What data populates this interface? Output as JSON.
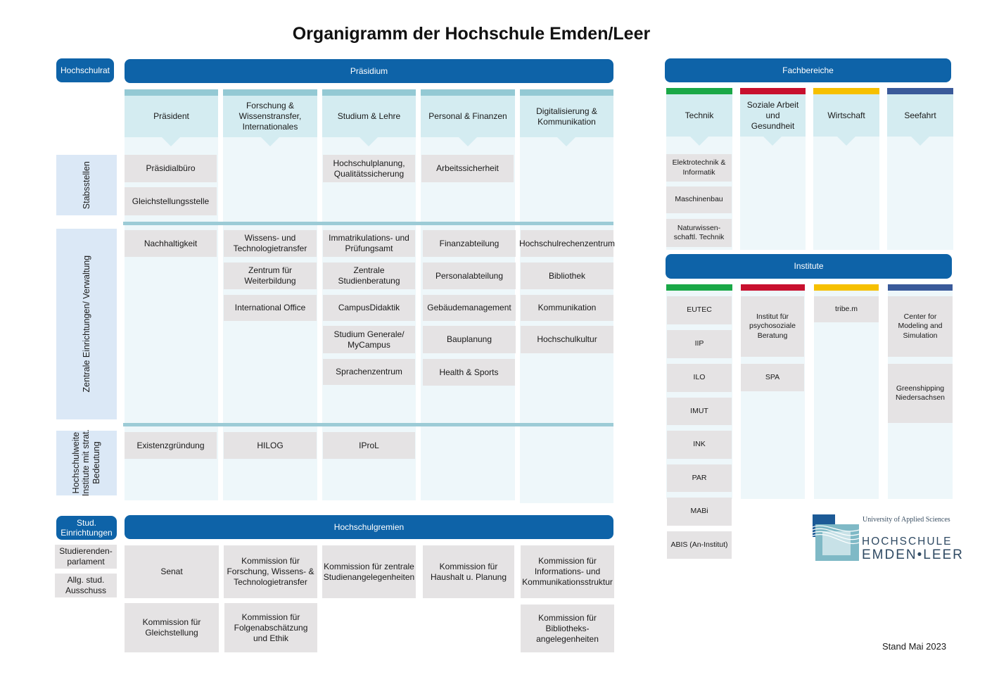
{
  "title": "Organigramm der Hochschule Emden/Leer",
  "headers": {
    "hochschulrat": "Hochschulrat",
    "praesidium": "Präsidium",
    "fachbereiche": "Fachbereiche",
    "institute": "Institute",
    "stud_einrichtungen": "Stud. Einrichtungen",
    "hochschulgremien": "Hochschulgremien"
  },
  "side_labels": {
    "stabsstellen": "Stabsstellen",
    "zentrale": "Zentrale Einrichtungen/ Verwaltung",
    "institute_line1": "Hochschulweite",
    "institute_line2": "Institute mit strat.",
    "institute_line3": "Bedeutung"
  },
  "praesidium_columns": [
    {
      "head": "Präsident",
      "stabsstellen": [
        "Präsidialbüro",
        "Gleichstellungsstelle"
      ],
      "zentrale": [
        "Nachhaltigkeit"
      ],
      "institute": [
        "Existenzgründung"
      ]
    },
    {
      "head": "Forschung & Wissenstransfer, Internationales",
      "stabsstellen": [],
      "zentrale": [
        "Wissens- und Technologietransfer",
        "Zentrum für Weiterbildung",
        "International Office"
      ],
      "institute": [
        "HILOG"
      ]
    },
    {
      "head": "Studium & Lehre",
      "stabsstellen": [
        "Hochschulplanung, Qualitätssicherung"
      ],
      "zentrale": [
        "Immatrikulations- und Prüfungsamt",
        "Zentrale Studienberatung",
        "CampusDidaktik",
        "Studium Generale/ MyCampus",
        "Sprachenzentrum"
      ],
      "institute": [
        "IProL"
      ]
    },
    {
      "head": "Personal & Finanzen",
      "stabsstellen": [
        "Arbeitssicherheit"
      ],
      "zentrale": [
        "Finanzabteilung",
        "Personalabteilung",
        "Gebäudemanagement",
        "Bauplanung",
        "Health & Sports"
      ],
      "institute": []
    },
    {
      "head": "Digitalisierung & Kommunikation",
      "stabsstellen": [],
      "zentrale": [
        "Hochschulrechenzentrum",
        "Bibliothek",
        "Kommunikation",
        "Hochschulkultur"
      ],
      "institute": []
    }
  ],
  "fachbereiche": [
    {
      "name": "Technik",
      "color": "#1aa847",
      "items": [
        "Elektrotechnik & Informatik",
        "Maschinenbau",
        "Naturwissen-schaftl. Technik"
      ],
      "institute": [
        "EUTEC",
        "IIP",
        "ILO",
        "IMUT",
        "INK",
        "PAR",
        "MABi",
        "ABIS (An-Institut)"
      ]
    },
    {
      "name": "Soziale Arbeit und Gesundheit",
      "color": "#c8102e",
      "items": [],
      "institute": [
        "Institut für psychosoziale Beratung",
        "SPA"
      ]
    },
    {
      "name": "Wirtschaft",
      "color": "#f6c000",
      "items": [],
      "institute": [
        "tribe.m"
      ]
    },
    {
      "name": "Seefahrt",
      "color": "#3a5a9a",
      "items": [],
      "institute": [
        "Center for Modeling and Simulation",
        "Greenshipping Niedersachsen"
      ]
    }
  ],
  "stud_einrichtungen": [
    "Studierenden-parlament",
    "Allg. stud. Ausschuss"
  ],
  "gremien": [
    "Senat",
    "Kommission für Forschung, Wissens- & Technologietransfer",
    "Kommission für zentrale Studienangelegenheiten",
    "Kommission für Haushalt u. Planung",
    "Kommission für Informations- und Kommunikationsstruktur",
    "Kommission für Gleichstellung",
    "Kommission für Folgenabschätzung und Ethik",
    "Kommission für Bibliotheks-angelegenheiten"
  ],
  "logo": {
    "line1": "University of Applied Sciences",
    "line2": "HOCHSCHULE",
    "line3": "EMDEN•LEER"
  },
  "stand": "Stand Mai 2023",
  "colors": {
    "header_blue": "#0e63a8",
    "column_head": "#d4ecf1",
    "stripe": "#94c9d4",
    "box_grey": "#e5e3e4",
    "side_label": "#dbe8f6"
  }
}
